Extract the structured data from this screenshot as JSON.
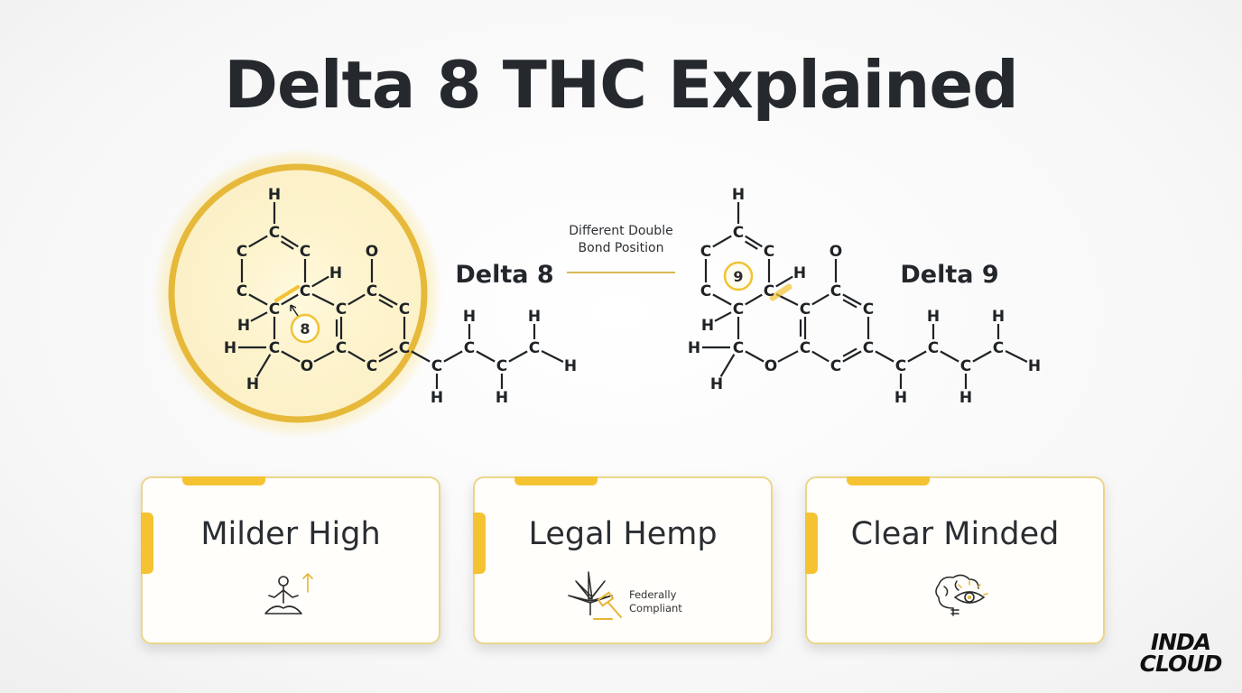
{
  "title": "Delta 8 THC Explained",
  "diagram": {
    "molecule_left_label": "Delta 8",
    "molecule_right_label": "Delta 9",
    "bond_note_line1": "Different Double",
    "bond_note_line2": "Bond Position",
    "left_position_marker": "8",
    "right_position_marker": "9",
    "atom_labels": {
      "carbon": "C",
      "hydrogen": "H",
      "oxygen": "O"
    },
    "accent_color": "#f2c232"
  },
  "cards": [
    {
      "title": "Milder High",
      "icon": "meditating-person-icon"
    },
    {
      "title": "Legal Hemp",
      "icon": "hemp-leaf-gavel-icon",
      "badge_line1": "Federally",
      "badge_line2": "Compliant"
    },
    {
      "title": "Clear Minded",
      "icon": "brain-eye-icon"
    }
  ],
  "logo": {
    "line1": "INDA",
    "line2": "CLOUD"
  }
}
